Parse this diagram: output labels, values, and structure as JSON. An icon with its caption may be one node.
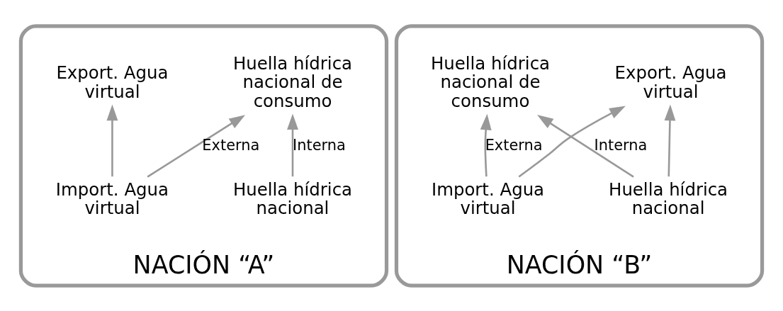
{
  "diagram": {
    "nodes": [
      {
        "text": [
          "NACIÓN “A”"
        ]
      },
      {
        "text": [
          "Huella hídrica nacional de consumo"
        ],
        "in": 0
      },
      {
        "text": [
          "Export. Agua virtual"
        ],
        "in": 0
      },
      {
        "text": [
          "Huella hídrica nacional"
        ],
        "in": 0
      },
      {
        "text": [
          "Import. Agua virtual"
        ],
        "in": 0
      },
      {
        "text": [
          "NACIÓN “B”"
        ]
      },
      {
        "text": [
          "Huella hídrica nacional de consumo"
        ],
        "in": 5
      },
      {
        "text": [
          "Export. Agua virtual"
        ],
        "in": 5
      },
      {
        "text": [
          "Huella hídrica nacional"
        ],
        "in": 5
      },
      {
        "text": [
          "Import. Agua virtual"
        ],
        "in": 5
      }
    ],
    "edges": [
      {
        "from": 3,
        "to": 1,
        "arrow": "to",
        "label": "Interna"
      },
      {
        "from": 4,
        "to": 1,
        "arrow": "to",
        "label": "Externa"
      },
      {
        "from": 4,
        "to": 2,
        "arrow": "to"
      },
      {
        "from": 8,
        "to": 6,
        "arrow": "to",
        "label": "Interna"
      },
      {
        "from": 8,
        "to": 7,
        "arrow": "to"
      },
      {
        "from": 9,
        "to": 6,
        "arrow": "to",
        "label": "Externa"
      },
      {
        "from": 9,
        "to": 7,
        "arrow": "to"
      }
    ]
  }
}
